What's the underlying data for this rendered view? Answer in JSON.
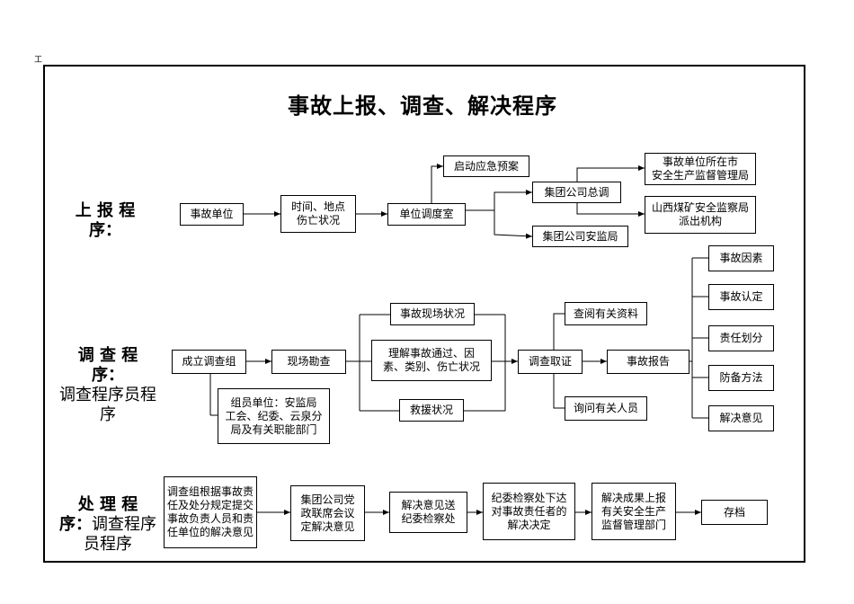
{
  "title": "事故上报、调查、解决程序",
  "corner_mark": "工",
  "sections": {
    "report": {
      "label_bold": "上 报 程\n序："
    },
    "investigate": {
      "label_bold": "调 查 程\n序：",
      "label_normal": "调查程序员程\n序"
    },
    "handle": {
      "label_bold": "处 理 程\n序：",
      "label_normal": "调查程序\n员程序"
    }
  },
  "report_boxes": {
    "unit": "事故单位",
    "time_place": "时间、地点\n伤亡状况",
    "dispatch": "单位调度室",
    "emergency": "启动应急预案",
    "group_dispatch": "集团公司总调",
    "group_safety": "集团公司安监局",
    "city_bureau": "事故单位所在市\n安全生产监督管理局",
    "shanxi_coal": "山西煤矿安全监察局\n派出机构"
  },
  "investigate_boxes": {
    "form_group": "成立调查组",
    "members": "组员单位：安监局\n工会、纪委、云泉分\n局及有关职能部门",
    "site_survey": "现场勘查",
    "site_status": "事故现场状况",
    "understand": "理解事故通过、因\n素、类别、伤亡状况",
    "rescue": "救援状况",
    "evidence": "调查取证",
    "consult": "查阅有关资料",
    "inquire": "询问有关人员",
    "report": "事故报告",
    "factor": "事故因素",
    "determination": "事故认定",
    "responsibility": "责任划分",
    "prevention": "防备方法",
    "opinion": "解决意见"
  },
  "handle_boxes": {
    "proposal": "调查组根据事故责\n任及处分规定提交\n事故负责人员和责\n任单位的解决意见",
    "joint_meeting": "集团公司党\n政联席会议\n定解决意见",
    "send_discipline": "解决意见送\n纪委检察处",
    "discipline_decision": "纪委检察处下达\n对事故责任者的\n解决决定",
    "report_results": "解决成果上报\n有关安全生产\n监督管理部门",
    "archive": "存档"
  }
}
